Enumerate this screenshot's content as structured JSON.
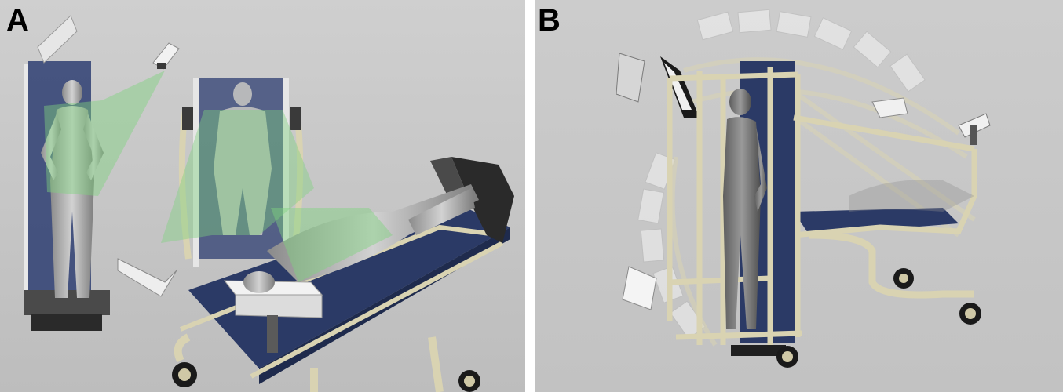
{
  "figure": {
    "panels": [
      {
        "id": "A",
        "label": "A"
      },
      {
        "id": "B",
        "label": "B"
      }
    ]
  },
  "colors": {
    "background": "#c8c8c8",
    "scan_beam": "#7ed27e",
    "bed_pad": "#2b3a66",
    "frame_tube": "#d9d3b2",
    "figure_mesh": "#a9a9a9"
  }
}
